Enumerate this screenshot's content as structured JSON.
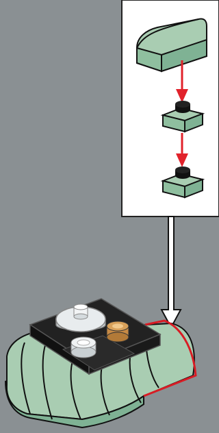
{
  "instruction": {
    "step_count_shown": 0,
    "callout": {
      "contents": [
        "curved-slope-brick-1x2",
        "plate-1x1-with-stud",
        "plate-1x1-with-stud"
      ]
    },
    "colors": {
      "background": "#8a9093",
      "panel": "#ffffff",
      "sand_green": "#a9cdb2",
      "sand_green_dark": "#7fb294",
      "black_plate": "#222222",
      "arrow_red": "#e1222b",
      "highlight_red": "#d81c24",
      "trans_clear": "#e8ecee",
      "pearl_gold": "#d9a15a"
    }
  }
}
